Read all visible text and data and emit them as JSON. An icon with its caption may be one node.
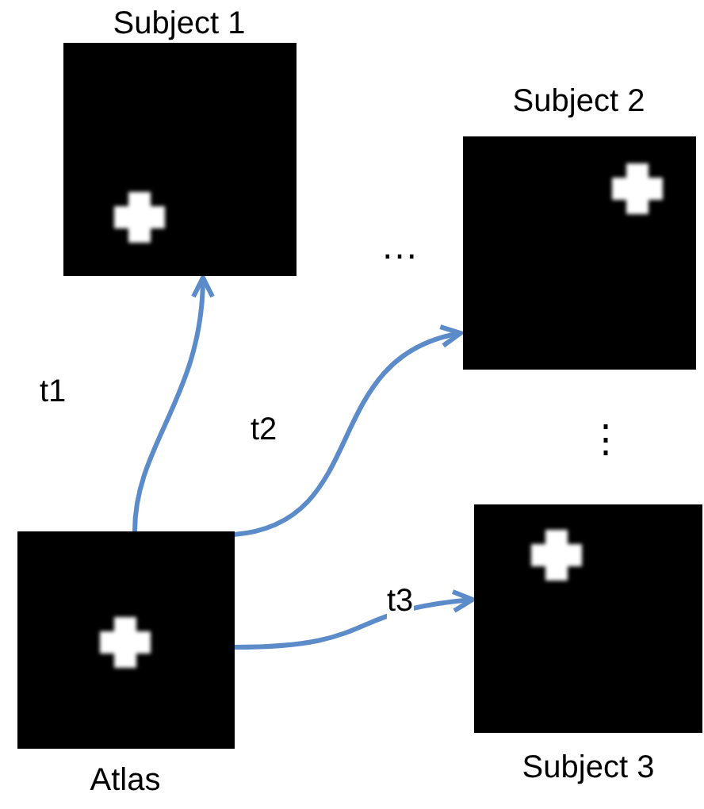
{
  "diagram": {
    "nodes": [
      {
        "text": [
          "Subject 1"
        ]
      },
      {
        "text": [
          "Subject 2"
        ]
      },
      {
        "text": [
          "Subject 3"
        ]
      },
      {
        "text": [
          "Atlas"
        ]
      }
    ],
    "edges": [
      {
        "from": 3,
        "to": 0,
        "arrow": "to",
        "label": "t1"
      },
      {
        "from": 3,
        "to": 1,
        "arrow": "to",
        "label": "t2"
      },
      {
        "from": 3,
        "to": 2,
        "arrow": "to",
        "label": "t3"
      }
    ],
    "labels": [
      "…",
      "⋮"
    ]
  }
}
